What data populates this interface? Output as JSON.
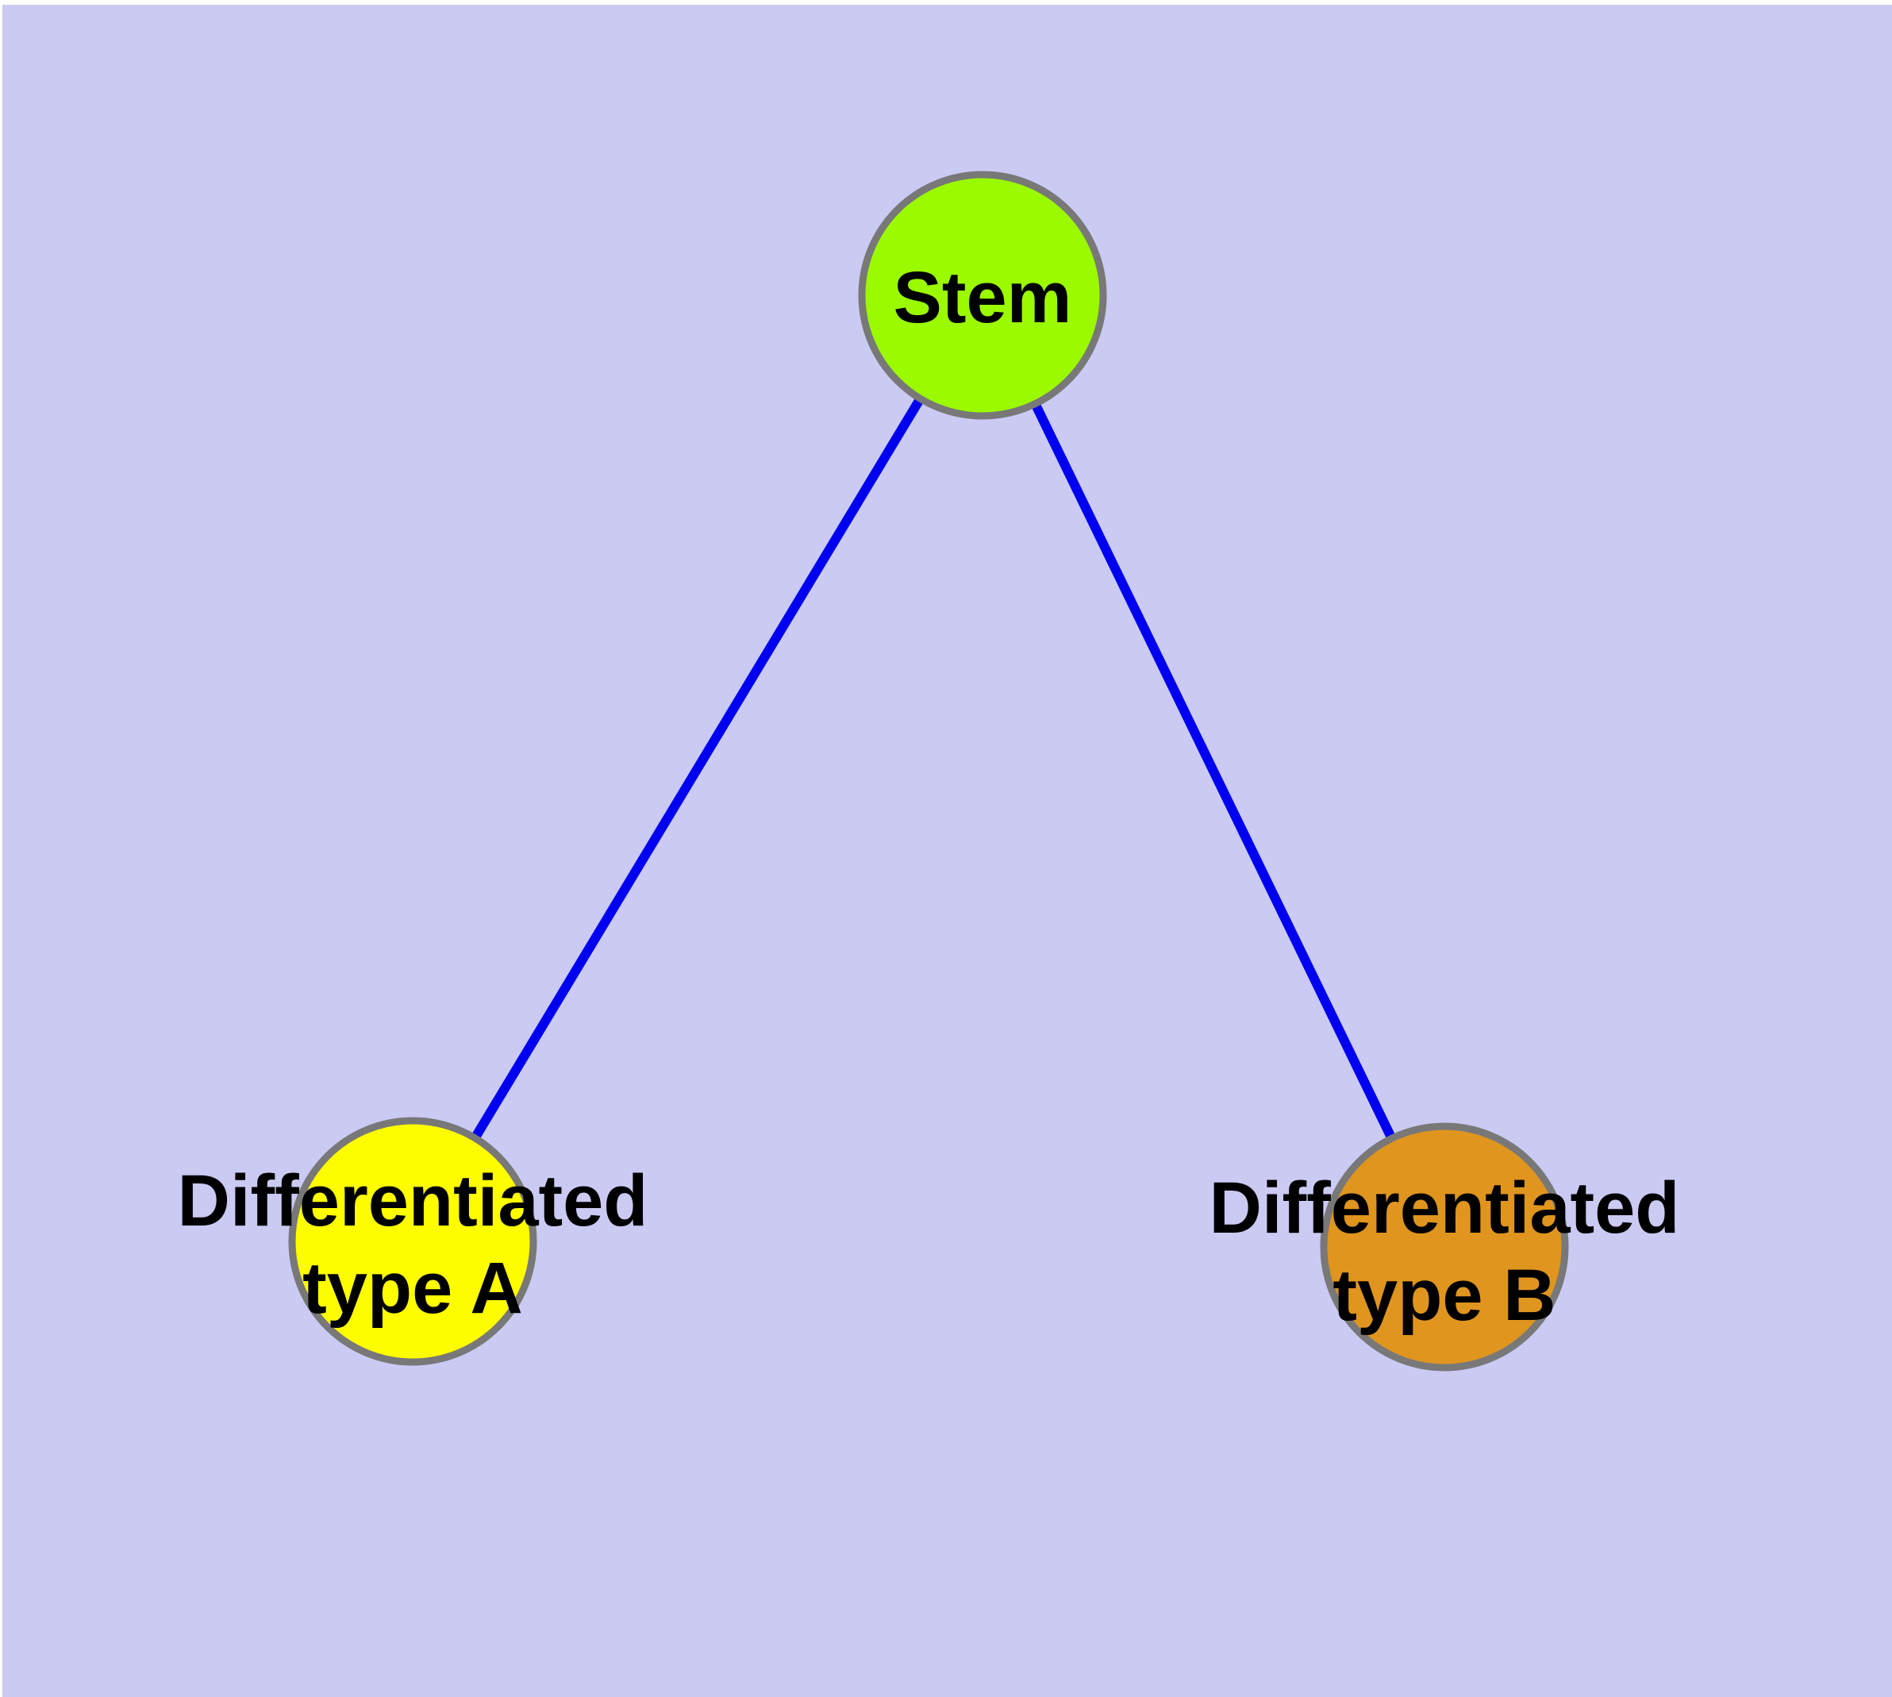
{
  "diagram": {
    "background_color": "#cacaf3",
    "margin_color": "#ffffff",
    "edge_color": "#0000f0",
    "node_border_color": "#787878",
    "label_color": "#000000",
    "nodes": {
      "stem": {
        "label": "Stem",
        "fill": "#9bfa00"
      },
      "type_a": {
        "label_line1": "Differentiated",
        "label_line2": "type A",
        "fill": "#fdfd00"
      },
      "type_b": {
        "label_line1": "Differentiated",
        "label_line2": "type B",
        "fill": "#e0951f"
      }
    },
    "edges": [
      {
        "from": "Stem",
        "to": "Differentiated type A"
      },
      {
        "from": "Stem",
        "to": "Differentiated type B"
      }
    ]
  }
}
